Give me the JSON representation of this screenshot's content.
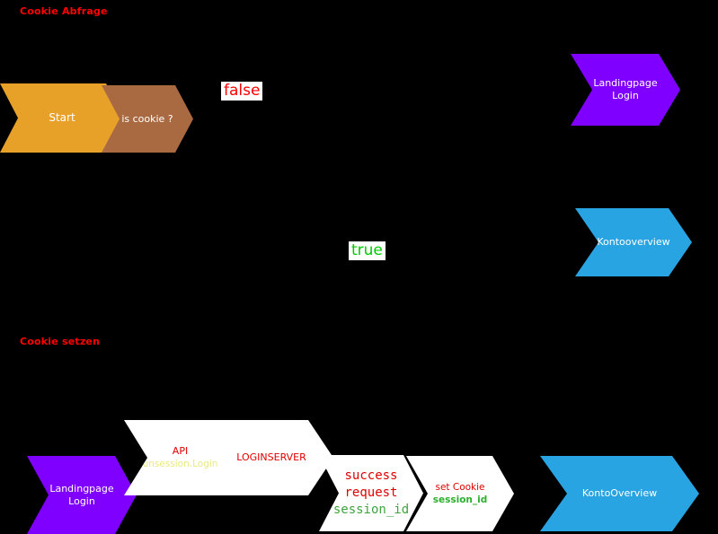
{
  "sections": {
    "cookie_abfrage": "Cookie Abfrage",
    "cookie_setzen": "Cookie setzen"
  },
  "flow1": {
    "start": "Start",
    "is_cookie": "is cookie ?",
    "false_label": "false",
    "true_label": "true",
    "landingpage_login": {
      "line1": "Landingpage",
      "line2": "Login"
    },
    "kontooverview": "Kontooverview"
  },
  "flow2": {
    "landingpage_login": {
      "line1": "Landingpage",
      "line2": "Login"
    },
    "api": {
      "line1": "API",
      "line2": "unsession.Login"
    },
    "loginserver": "LOGINSERVER",
    "success": {
      "line1": "success",
      "line2": "request",
      "line3": "session_id"
    },
    "set_cookie": {
      "line1": "set Cookie",
      "line2": "session_id"
    },
    "kontooverview": "KontoOverview"
  },
  "colors": {
    "background": "#000000",
    "orange": "#e8a128",
    "brown": "#a96a42",
    "purple": "#7f00ff",
    "blue": "#29a4e2",
    "white_shape": "#ffffff",
    "section_title_red": "#ff0000",
    "false_red": "#ff0000",
    "true_green": "#00cc00",
    "api_red": "#e00000",
    "api_yellow": "#e9e97f",
    "mono_red": "#e00000",
    "session_green": "#3fa43f"
  }
}
